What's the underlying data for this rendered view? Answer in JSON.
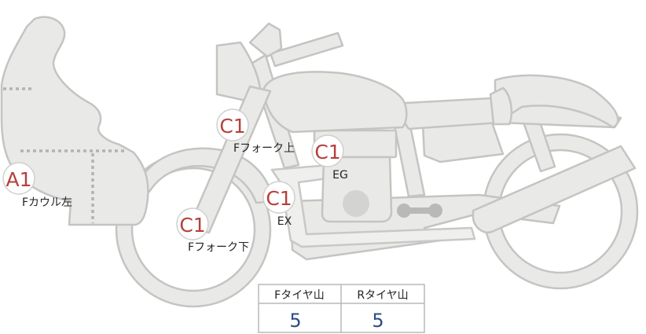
{
  "badges": [
    {
      "code": "A1",
      "label": "Fカウル左"
    },
    {
      "code": "C1",
      "label": "Fフォーク上"
    },
    {
      "code": "C1",
      "label": "EG"
    },
    {
      "code": "C1",
      "label": "EX"
    },
    {
      "code": "C1",
      "label": "Fフォーク下"
    }
  ],
  "table": {
    "headers": [
      "Fタイヤ山",
      "Rタイヤ山"
    ],
    "values": [
      "5",
      "5"
    ]
  }
}
